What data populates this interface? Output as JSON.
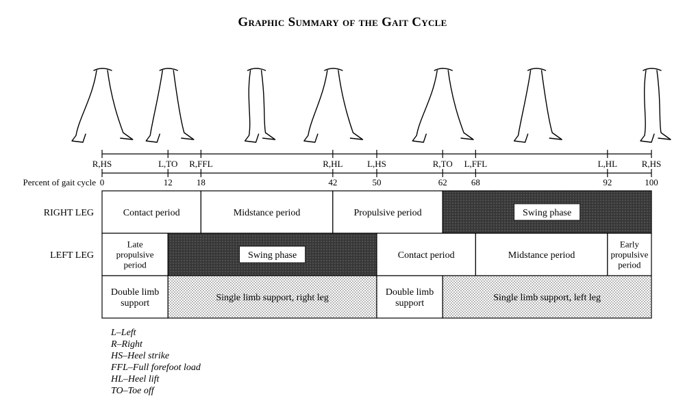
{
  "title": "Graphic Summary of the Gait Cycle",
  "axis_label": "Percent of gait cycle",
  "ticks": [
    0,
    12,
    18,
    42,
    50,
    62,
    68,
    92,
    100
  ],
  "events": [
    {
      "label": "R,HS",
      "pct": 0
    },
    {
      "label": "L,TO",
      "pct": 12
    },
    {
      "label": "R,FFL",
      "pct": 18
    },
    {
      "label": "R,HL",
      "pct": 42
    },
    {
      "label": "L,HS",
      "pct": 50
    },
    {
      "label": "R,TO",
      "pct": 62
    },
    {
      "label": "L,FFL",
      "pct": 68
    },
    {
      "label": "L,HL",
      "pct": 92
    },
    {
      "label": "R,HS",
      "pct": 100
    }
  ],
  "rows": [
    {
      "label": "RIGHT LEG",
      "segments": [
        {
          "start": 0,
          "end": 18,
          "label": "Contact period",
          "fill": "white"
        },
        {
          "start": 18,
          "end": 42,
          "label": "Midstance period",
          "fill": "white"
        },
        {
          "start": 42,
          "end": 62,
          "label": "Propulsive period",
          "fill": "white"
        },
        {
          "start": 62,
          "end": 100,
          "label": "Swing phase",
          "fill": "dark"
        }
      ]
    },
    {
      "label": "LEFT LEG",
      "segments": [
        {
          "start": 0,
          "end": 12,
          "label": "Late\npropulsive\nperiod",
          "fill": "white"
        },
        {
          "start": 12,
          "end": 50,
          "label": "Swing phase",
          "fill": "dark"
        },
        {
          "start": 50,
          "end": 68,
          "label": "Contact period",
          "fill": "white"
        },
        {
          "start": 68,
          "end": 92,
          "label": "Midstance period",
          "fill": "white"
        },
        {
          "start": 92,
          "end": 100,
          "label": "Early\npropulsive\nperiod",
          "fill": "white"
        }
      ]
    },
    {
      "label": "",
      "segments": [
        {
          "start": 0,
          "end": 12,
          "label": "Double limb\nsupport",
          "fill": "white"
        },
        {
          "start": 12,
          "end": 50,
          "label": "Single limb support, right leg",
          "fill": "dots"
        },
        {
          "start": 50,
          "end": 62,
          "label": "Double limb\nsupport",
          "fill": "white"
        },
        {
          "start": 62,
          "end": 100,
          "label": "Single limb support, left leg",
          "fill": "dots"
        }
      ]
    }
  ],
  "figure_positions": [
    0,
    12,
    28,
    42,
    62,
    79,
    100
  ],
  "legend": [
    "L–Left",
    "R–Right",
    "HS–Heel strike",
    "FFL–Full forefoot load",
    "HL–Heel lift",
    "TO–Toe off"
  ],
  "colors": {
    "ink": "#000000",
    "dark_fill": "#3a3a3a",
    "dots": "#555555"
  }
}
